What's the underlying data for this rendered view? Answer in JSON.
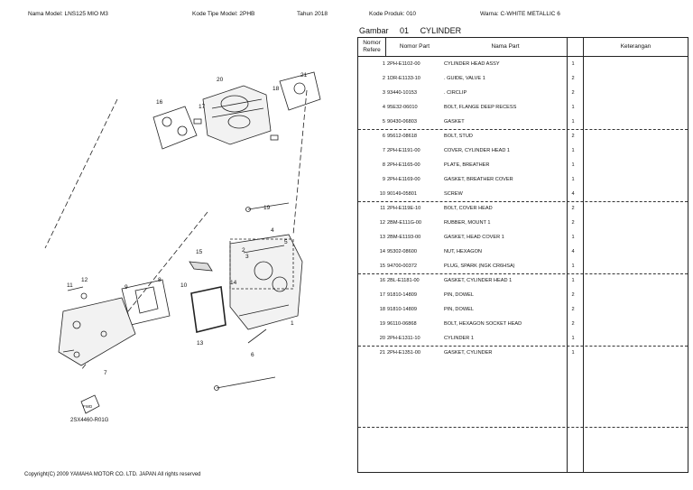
{
  "header": {
    "model_label": "Nama Model:",
    "model_value": "LNS125 MIO M3",
    "type_label": "Kode Tipe Model:",
    "type_value": "2PHB",
    "year_label": "Tahun",
    "year_value": "2018",
    "product_label": "Kode Produk:",
    "product_value": "010",
    "color_label": "Warna:",
    "color_value": "C-WHITE METALLIC 6"
  },
  "figure": {
    "label": "Gambar",
    "number": "01",
    "name": "CYLINDER"
  },
  "table": {
    "col_ref": "Nomor Refere",
    "col_part": "Nomor Part",
    "col_name": "Nama Part",
    "col_note": "Keterangan",
    "rows": [
      {
        "no": "1",
        "part": "2PH-E1102-00",
        "name": "CYLINDER HEAD ASSY",
        "qty": "1"
      },
      {
        "no": "2",
        "part": "1DR-E1133-10",
        "name": ". GUIDE, VALVE 1",
        "qty": "2"
      },
      {
        "no": "3",
        "part": "93440-10153",
        "name": ". CIRCLIP",
        "qty": "2"
      },
      {
        "no": "4",
        "part": "95E32-06010",
        "name": "BOLT, FLANGE DEEP RECESS",
        "qty": "1"
      },
      {
        "no": "5",
        "part": "90430-06803",
        "name": "GASKET",
        "qty": "1"
      },
      {
        "no": "6",
        "part": "95612-08618",
        "name": "BOLT, STUD",
        "qty": "2"
      },
      {
        "no": "7",
        "part": "2PH-E1191-00",
        "name": "COVER, CYLINDER HEAD 1",
        "qty": "1"
      },
      {
        "no": "8",
        "part": "2PH-E1165-00",
        "name": "PLATE, BREATHER",
        "qty": "1"
      },
      {
        "no": "9",
        "part": "2PH-E1169-00",
        "name": "GASKET, BREATHER COVER",
        "qty": "1"
      },
      {
        "no": "10",
        "part": "90149-05801",
        "name": "SCREW",
        "qty": "4"
      },
      {
        "no": "11",
        "part": "2PH-E119E-10",
        "name": "BOLT, COVER HEAD",
        "qty": "2"
      },
      {
        "no": "12",
        "part": "2BM-E111G-00",
        "name": "RUBBER, MOUNT 1",
        "qty": "2"
      },
      {
        "no": "13",
        "part": "2BM-E1193-00",
        "name": "GASKET, HEAD COVER 1",
        "qty": "1"
      },
      {
        "no": "14",
        "part": "95302-08600",
        "name": "NUT, HEXAGON",
        "qty": "4"
      },
      {
        "no": "15",
        "part": "94700-00372",
        "name": "PLUG, SPARK (NGK CR6HSA)",
        "qty": "1"
      },
      {
        "no": "16",
        "part": "2BL-E1181-00",
        "name": "GASKET, CYLINDER HEAD 1",
        "qty": "1"
      },
      {
        "no": "17",
        "part": "91810-14809",
        "name": "PIN, DOWEL",
        "qty": "2"
      },
      {
        "no": "18",
        "part": "91810-14809",
        "name": "PIN, DOWEL",
        "qty": "2"
      },
      {
        "no": "19",
        "part": "96110-06868",
        "name": "BOLT, HEXAGON SOCKET HEAD",
        "qty": "2"
      },
      {
        "no": "20",
        "part": "2PH-E1311-10",
        "name": "CYLINDER 1",
        "qty": "1"
      },
      {
        "no": "21",
        "part": "2PH-E1351-00",
        "name": "GASKET, CYLINDER",
        "qty": "1"
      }
    ]
  },
  "diagram": {
    "code": "2SX4460-R01G",
    "fwd": "FWD",
    "callouts": [
      "1",
      "2",
      "3",
      "4",
      "5",
      "6",
      "7",
      "8",
      "9",
      "10",
      "11",
      "12",
      "13",
      "14",
      "15",
      "16",
      "17",
      "18",
      "19",
      "20",
      "21"
    ]
  },
  "footer": {
    "copyright": "Copyright(C) 2009 YAMAHA MOTOR CO. LTD. JAPAN All rights reserved"
  }
}
